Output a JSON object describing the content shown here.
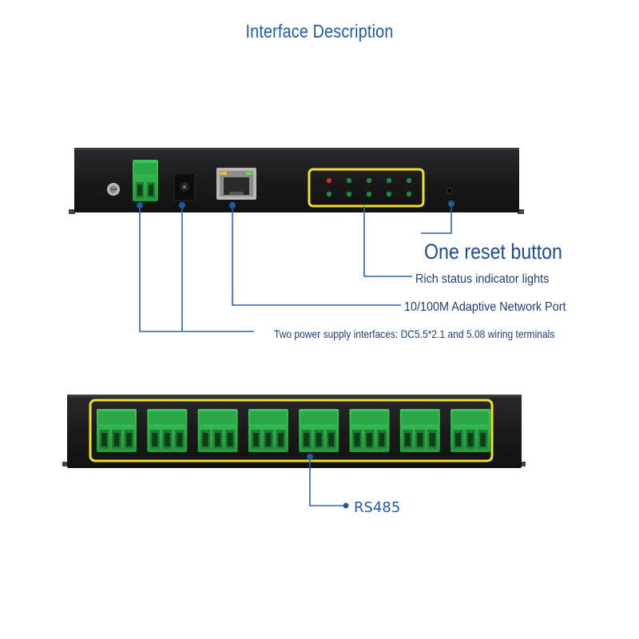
{
  "title": "Interface Description",
  "labels": {
    "reset": "One reset button",
    "lights": "Rich status indicator lights",
    "network": "10/100M Adaptive Network Port",
    "power": "Two power supply interfaces: DC5.5*2.1 and 5.08 wiring terminals",
    "rs485": "RS485"
  },
  "colors": {
    "accent": "#1f5aa6",
    "highlight": "#f0e030",
    "terminal_green": "#2fb34a",
    "device_body": "#1c1c1e"
  },
  "device_bottom": {
    "terminal_count": 8,
    "pins_per_terminal": 3
  },
  "led_panel": {
    "rows": 2,
    "columns": 5,
    "red_leds": 1
  }
}
